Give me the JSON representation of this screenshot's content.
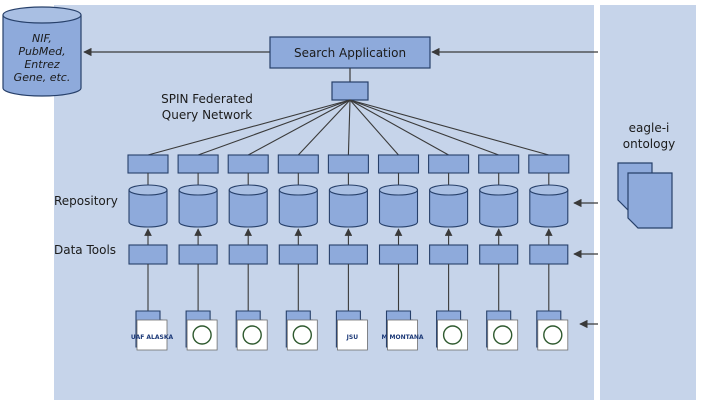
{
  "external_sources": "NIF, PubMed, Entrez Gene, etc.",
  "external_sources_lines": [
    "NIF,",
    "PubMed,",
    "Entrez",
    "Gene, etc."
  ],
  "search_app": "Search Application",
  "network_label_lines": [
    "SPIN Federated",
    "Query Network"
  ],
  "ontology_label_lines": [
    "eagle-i",
    "ontology"
  ],
  "row_labels": {
    "repository": "Repository",
    "data_tools": "Data Tools"
  },
  "colors": {
    "panel": "#c6d4ea",
    "box_fill": "#8eaadb",
    "box_stroke": "#27406a",
    "line": "#3a3a3a"
  },
  "institutions": [
    {
      "logo_text": "UAF ALASKA"
    },
    {
      "logo_text": ""
    },
    {
      "logo_text": ""
    },
    {
      "logo_text": ""
    },
    {
      "logo_text": "JSU"
    },
    {
      "logo_text": "M MONTANA"
    },
    {
      "logo_text": ""
    },
    {
      "logo_text": ""
    },
    {
      "logo_text": ""
    }
  ]
}
